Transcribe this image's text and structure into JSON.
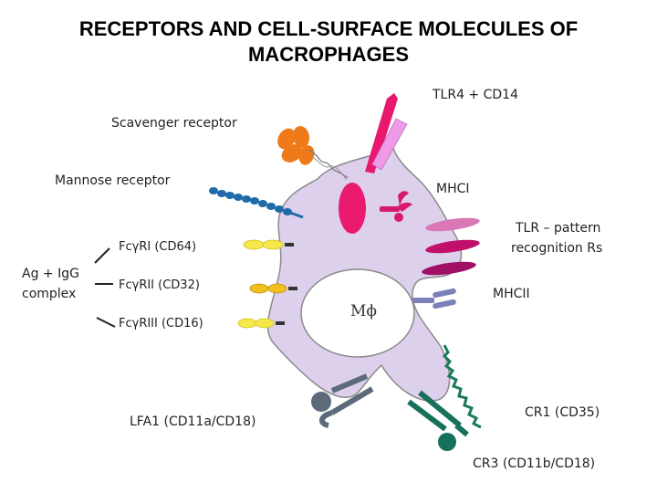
{
  "title": {
    "line1": "RECEPTORS AND CELL-SURFACE MOLECULES OF",
    "line2": "MACROPHAGES"
  },
  "labels": {
    "tlr4": "TLR4 + CD14",
    "scavenger": "Scavenger receptor",
    "mannose": "Mannose receptor",
    "mhci": "MHCI",
    "tlr_pattern_1": "TLR – pattern",
    "tlr_pattern_2": "recognition Rs",
    "mhcii": "MHCII",
    "fcgri": "FcγRI (CD64)",
    "fcgrii": "FcγRII (CD32)",
    "fcgriii": "FcγRIII (CD16)",
    "ag_igg_1": "Ag + IgG",
    "ag_igg_2": "complex",
    "nucleus": "Mϕ",
    "lfa1": "LFA1 (CD11a/CD18)",
    "cr1": "CR1 (CD35)",
    "cr3": "CR3 (CD11b/CD18)"
  },
  "colors": {
    "cell": "#ddd0ec",
    "cell_stroke": "#8a8a8a",
    "tlr4": "#e8186e",
    "cd14": "#ee9ae6",
    "scavenger": "#ef7a1a",
    "mannose": "#1f6aa8",
    "mhci": "#d6196a",
    "tlr_pattern": "#c0106a",
    "mhcii": "#7a80b8",
    "fc_receptor": "#f5e84a",
    "lfa1": "#5c6a7a",
    "cr1": "#1c7a5c",
    "cr3": "#16705a"
  }
}
